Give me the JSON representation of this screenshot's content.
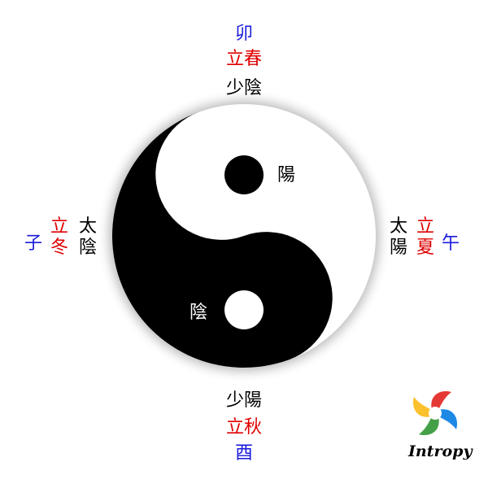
{
  "colors": {
    "branch": "#1a1adc",
    "season": "#e00000",
    "phase": "#000000",
    "yin": "#000000",
    "yang": "#ffffff"
  },
  "symbol": {
    "yang_label": "陽",
    "yin_label": "陰"
  },
  "top": {
    "branch": "卯",
    "season": "立春",
    "phase": "少陰"
  },
  "right": {
    "branch": "午",
    "season": "立夏",
    "phase": "太陽"
  },
  "bottom": {
    "branch": "酉",
    "season": "立秋",
    "phase": "少陽"
  },
  "left": {
    "branch": "子",
    "season": "立冬",
    "phase": "太陰"
  },
  "brand": {
    "name": "Intropy",
    "icon": "pinwheel-logo-icon"
  }
}
